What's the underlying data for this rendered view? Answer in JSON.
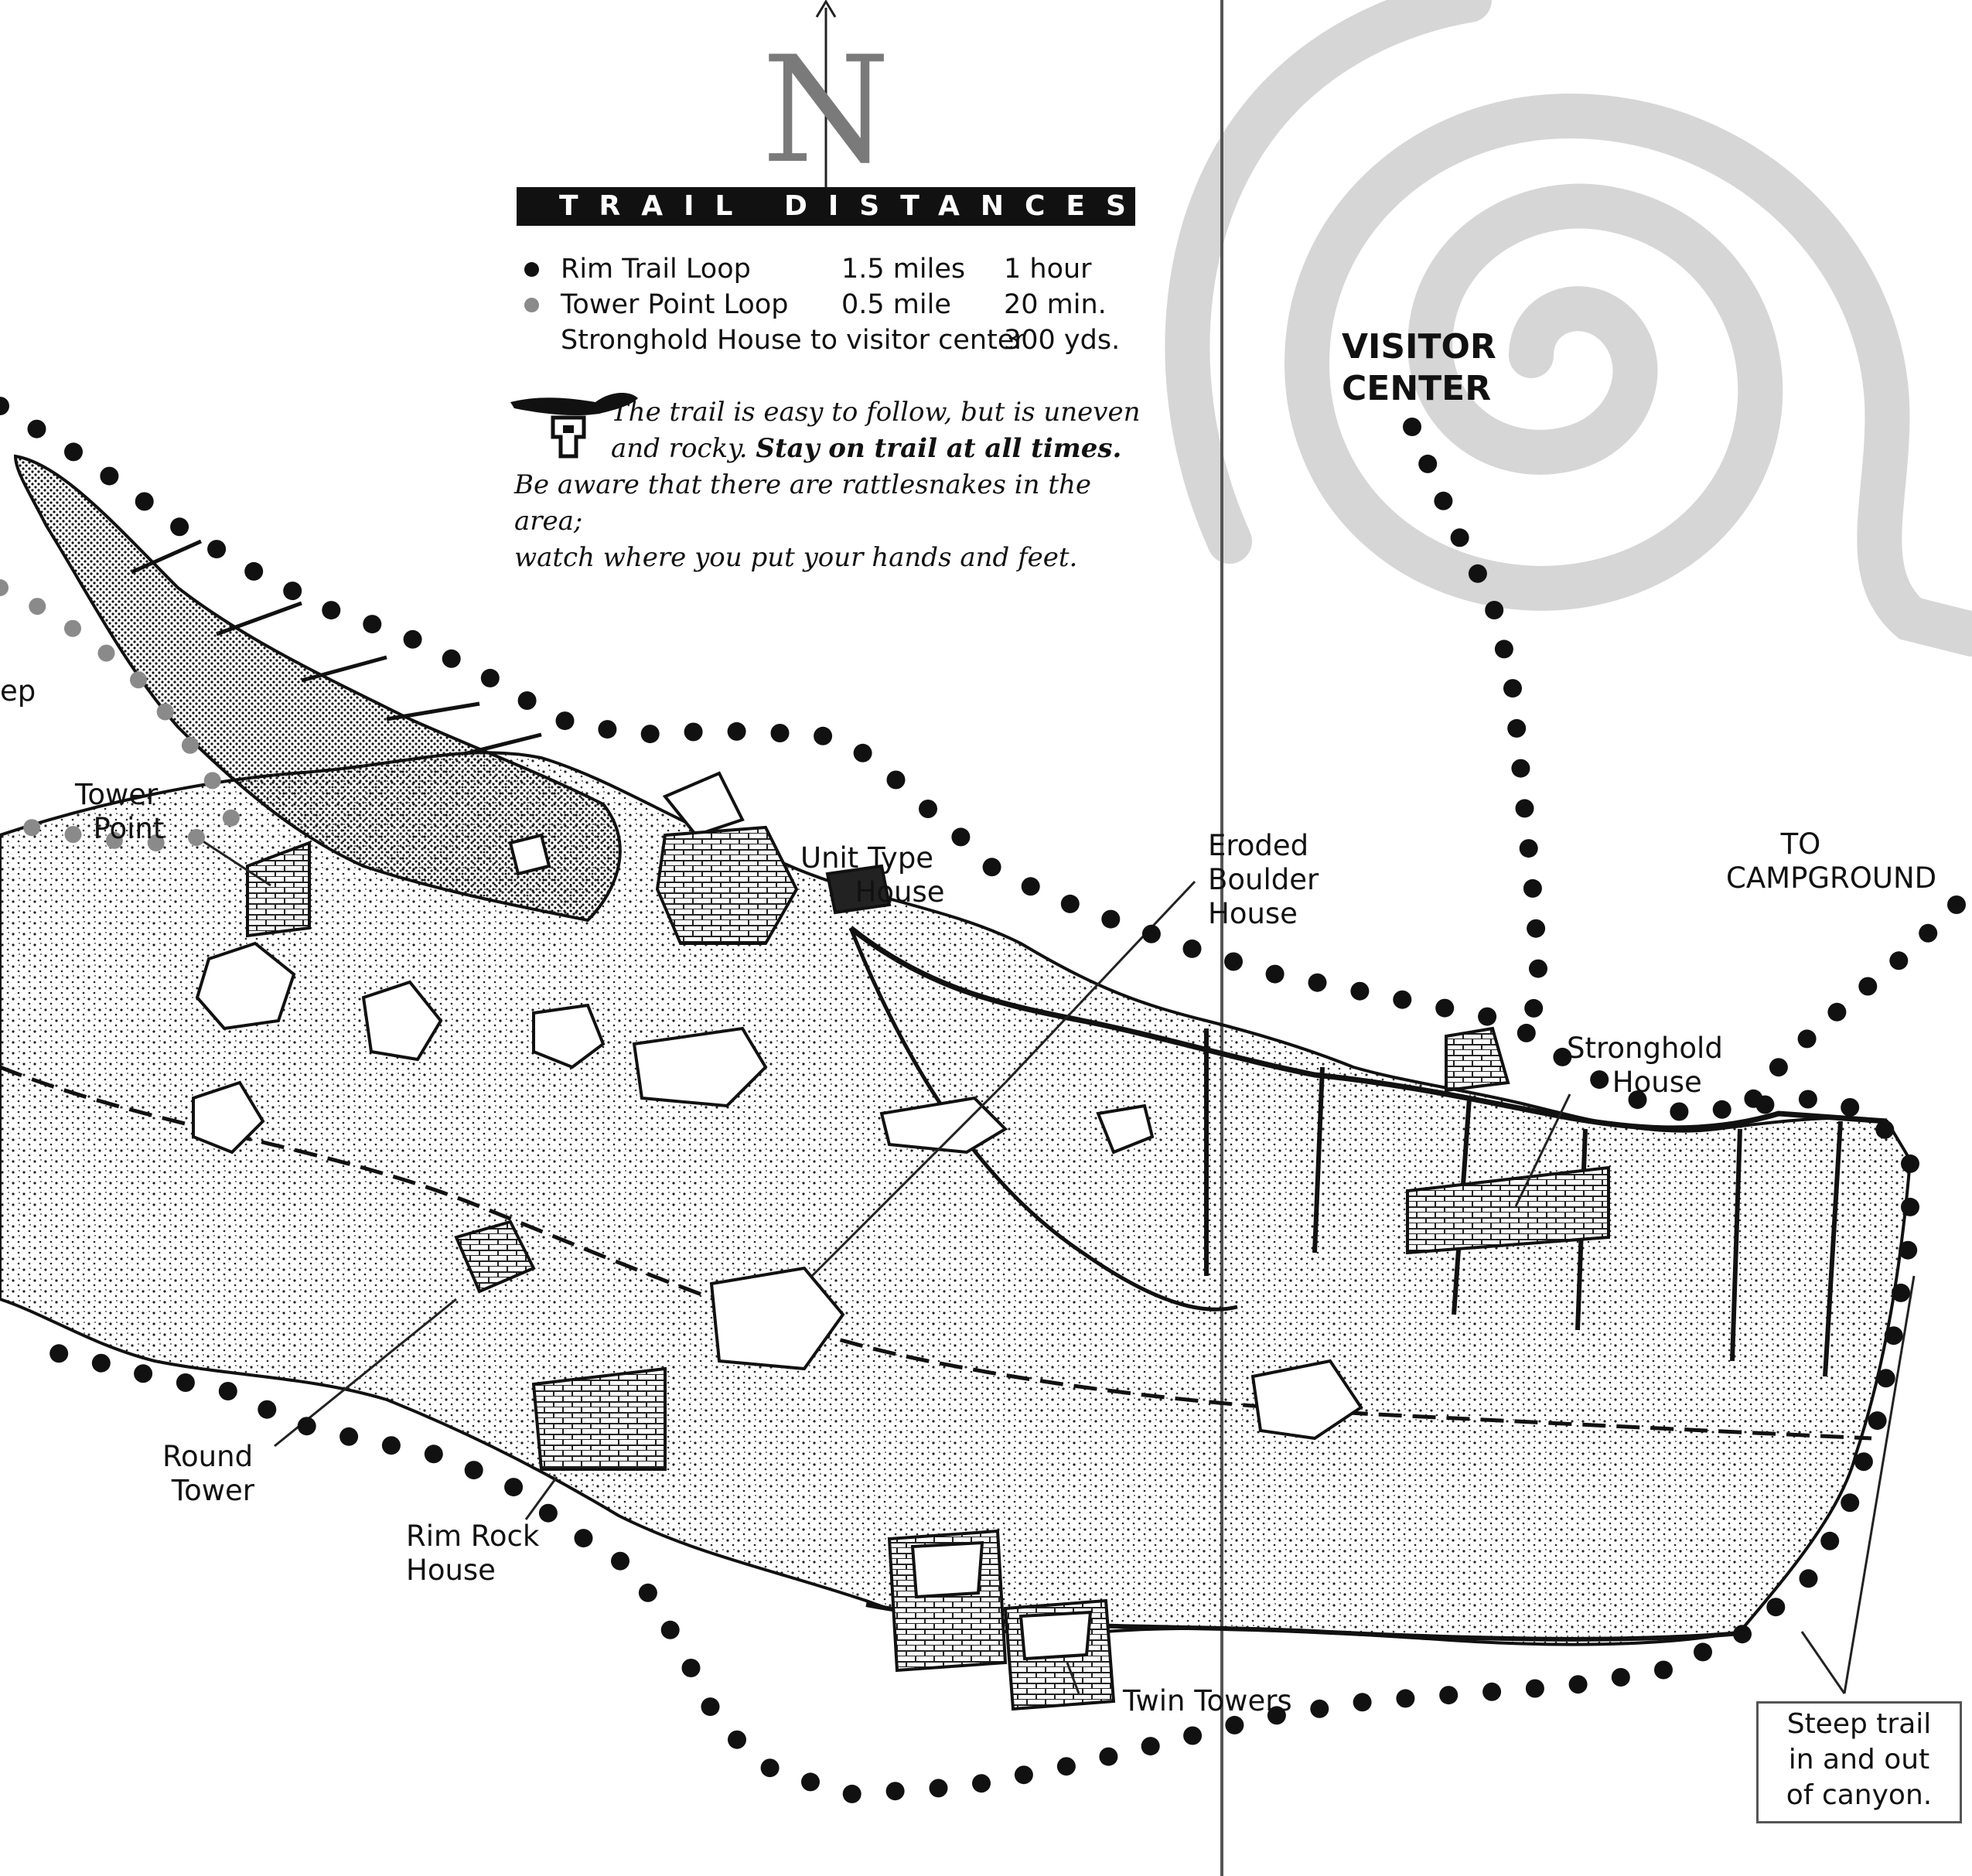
{
  "north": {
    "letter": "N"
  },
  "trail_distances": {
    "heading": "TRAIL DISTANCES",
    "rows": [
      {
        "name": "Rim Trail Loop",
        "distance": "1.5 miles",
        "time": "1 hour",
        "dot_color": "#111111"
      },
      {
        "name": "Tower Point Loop",
        "distance": "0.5 mile",
        "time": "20 min.",
        "dot_color": "#8a8a8a"
      },
      {
        "name": "Stronghold House to visitor center",
        "distance": "300 yds.",
        "time": ""
      }
    ]
  },
  "safety_note": {
    "line1": "The trail is easy to follow, but is uneven",
    "line2a": "and rocky. ",
    "line2b": "Stay on trail at all times.",
    "line3": "Be aware that there are rattlesnakes in the area;",
    "line4": "watch where you put your hands and feet.",
    "icon": "rattlesnake-icon"
  },
  "labels": {
    "visitor_center": "VISITOR\nCENTER",
    "to_campground": "      TO\nCAMPGROUND",
    "tower_point": "Tower\n  Point",
    "unit_type_house": "Unit Type\n      House",
    "eroded_boulder_house": "Eroded\nBoulder\nHouse",
    "stronghold_house": "Stronghold\n     House",
    "round_tower": "Round\n Tower",
    "rim_rock_house": "Rim Rock\nHouse",
    "twin_towers": "Twin Towers",
    "steep_trail": "Steep trail\nin and out\nof canyon.",
    "partial_left": "ep"
  },
  "colors": {
    "rim_trail": "#111111",
    "tower_point_trail": "#8a8a8a",
    "spiral": "#d6d6d6"
  }
}
